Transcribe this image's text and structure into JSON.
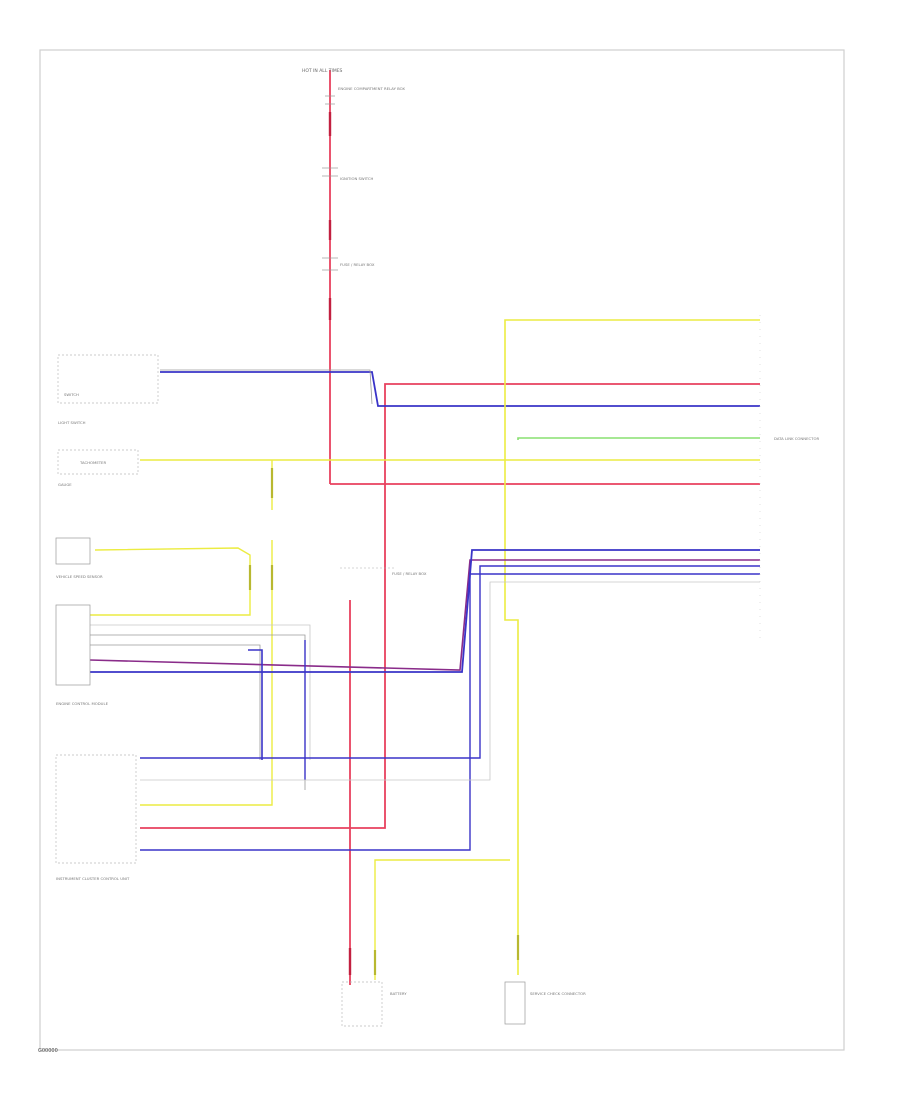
{
  "colors": {
    "red": "#e8415e",
    "blue": "#3a34c8",
    "yellow": "#ecec42",
    "green": "#88e070",
    "pink": "#ee5c86",
    "gray": "#9a9a9a",
    "light_gray": "#c8c8c8"
  },
  "labels": {
    "top_source": "HOT IN ALL TIMES",
    "top_fuse_box": "ENGINE COMPARTMENT RELAY BOX",
    "fuse1": "IGNITION SWITCH",
    "fuse2": "FUSE / RELAY BOX",
    "left_b1": "SWITCH",
    "left_b1_sub": "LIGHT SWITCH",
    "left_b2": "TACHOMETER",
    "left_b2_sub": "GAUGE",
    "left_b3": "VEHICLE SPEED SENSOR",
    "left_b4": "ENGINE CONTROL MODULE",
    "left_b5": "INSTRUMENT CLUSTER CONTROL UNIT",
    "right_conn": "DATA LINK CONNECTOR",
    "center_relay": "FUSE / RELAY BOX",
    "bottom_left_comp": "BATTERY",
    "bottom_right_comp": "SERVICE CHECK CONNECTOR",
    "footer": "G00000"
  }
}
